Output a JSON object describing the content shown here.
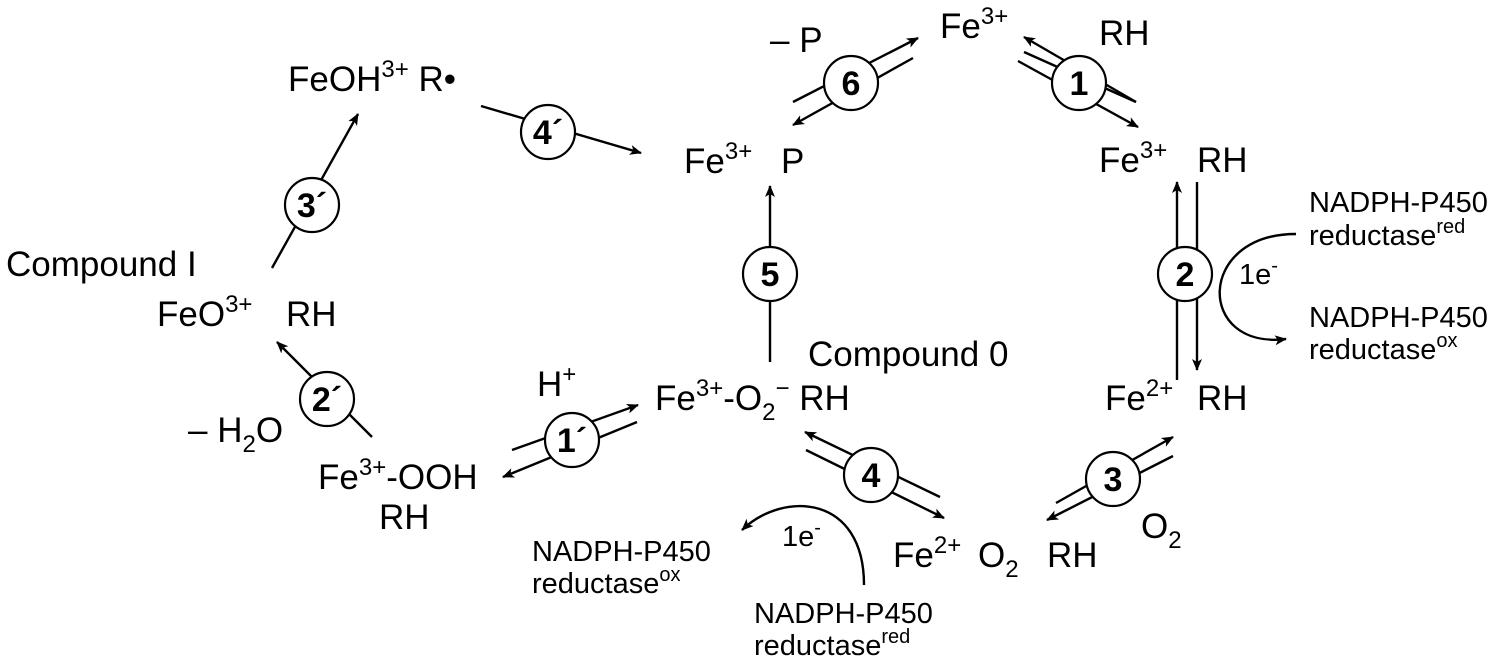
{
  "species": {
    "fe3_top": {
      "base": "Fe",
      "sup": "3+"
    },
    "rh_top": "RH",
    "minus_p": "– P",
    "feoh": {
      "base": "FeOH",
      "sup": "3+",
      "tail": " R•"
    },
    "fe3_p": {
      "base": "Fe",
      "sup": "3+",
      "tail": "P"
    },
    "fe3_rh": {
      "base": "Fe",
      "sup": "3+",
      "tail": "RH"
    },
    "compound1_title": "Compound I",
    "feo_rh": {
      "base": "FeO",
      "sup": "3+",
      "tail": "RH"
    },
    "fe2_rh": {
      "base": "Fe",
      "sup": "2+",
      "tail": "RH"
    },
    "compound0_title": "Compound 0",
    "superoxo": {
      "fe": "Fe",
      "sup1": "3+",
      "mid": "-O",
      "sub": "2",
      "sup2": "−",
      "tail": " RH"
    },
    "h_plus": {
      "base": "H",
      "sup": "+"
    },
    "minus_h2o": {
      "pre": "– H",
      "sub": "2",
      "post": "O"
    },
    "hydroperoxo": {
      "fe": "Fe",
      "sup": "3+",
      "tail": "-OOH",
      "line2": "RH"
    },
    "fe2_o2_rh": {
      "fe": "Fe",
      "sup": "2+",
      "o": "O",
      "sub": "2",
      "tail": "RH"
    },
    "o2_right": {
      "base": "O",
      "sub": "2"
    }
  },
  "reductase": {
    "right_red": {
      "line1": "NADPH-P450",
      "base": "reductase",
      "sup": "red"
    },
    "right_ox": {
      "line1": "NADPH-P450",
      "base": "reductase",
      "sup": "ox"
    },
    "bottom_ox": {
      "line1": "NADPH-P450",
      "base": "reductase",
      "sup": "ox"
    },
    "bottom_red": {
      "line1": "NADPH-P450",
      "base": "reductase",
      "sup": "red"
    },
    "electron_right": {
      "base": "1e",
      "sup": "-"
    },
    "electron_bottom": {
      "base": "1e",
      "sup": "-"
    }
  },
  "steps": {
    "s1": "1",
    "s2": "2",
    "s3": "3",
    "s4": "4",
    "s5": "5",
    "s6": "6",
    "s1p": "1´",
    "s2p": "2´",
    "s3p": "3´",
    "s4p": "4´"
  }
}
